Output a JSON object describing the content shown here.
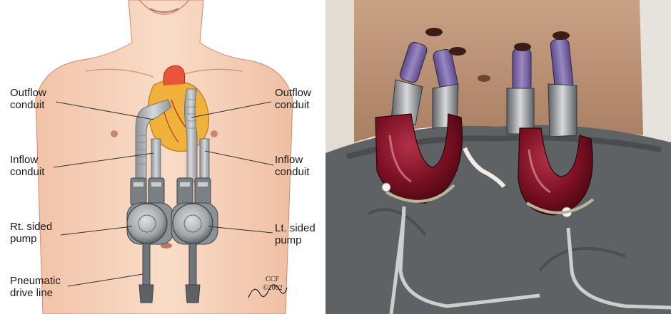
{
  "illustration": {
    "labels": {
      "outflow_left": "Outflow\nconduit",
      "outflow_right": "Outflow\nconduit",
      "inflow_left": "Inflow\nconduit",
      "inflow_right": "Inflow\nconduit",
      "rt_pump": "Rt. sided\npump",
      "lt_pump": "Lt. sided\npump",
      "drive_line": "Pneumatic\ndrive line"
    },
    "credit": {
      "org": "CCF",
      "copyright": "©2002"
    }
  },
  "colors": {
    "skin": "#f7d3bd",
    "skin_shadow": "#e8b59a",
    "heart": "#f0b23a",
    "conduit": "#b8bcbf",
    "pump_metal": "#a9adb1",
    "blood_chamber": "#7a1022",
    "shorts": "#5f6265"
  }
}
